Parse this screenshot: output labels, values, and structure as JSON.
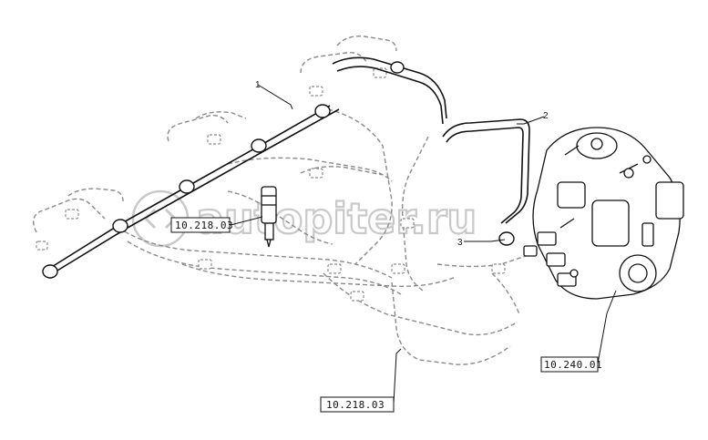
{
  "diagram": {
    "callouts": [
      {
        "id": "1",
        "label": "1"
      },
      {
        "id": "2",
        "label": "2"
      },
      {
        "id": "3",
        "label": "3"
      }
    ],
    "references": [
      {
        "id": "injector-ref",
        "label": "10.218.03"
      },
      {
        "id": "return-pipes-ref",
        "label": "10.218.03"
      },
      {
        "id": "pump-ref",
        "label": "10.240.01"
      }
    ],
    "watermark": "autopiter.ru",
    "colors": {
      "line": "#111111",
      "ghost": "#8a8a8a",
      "watermark": "#c9c9c9"
    }
  }
}
